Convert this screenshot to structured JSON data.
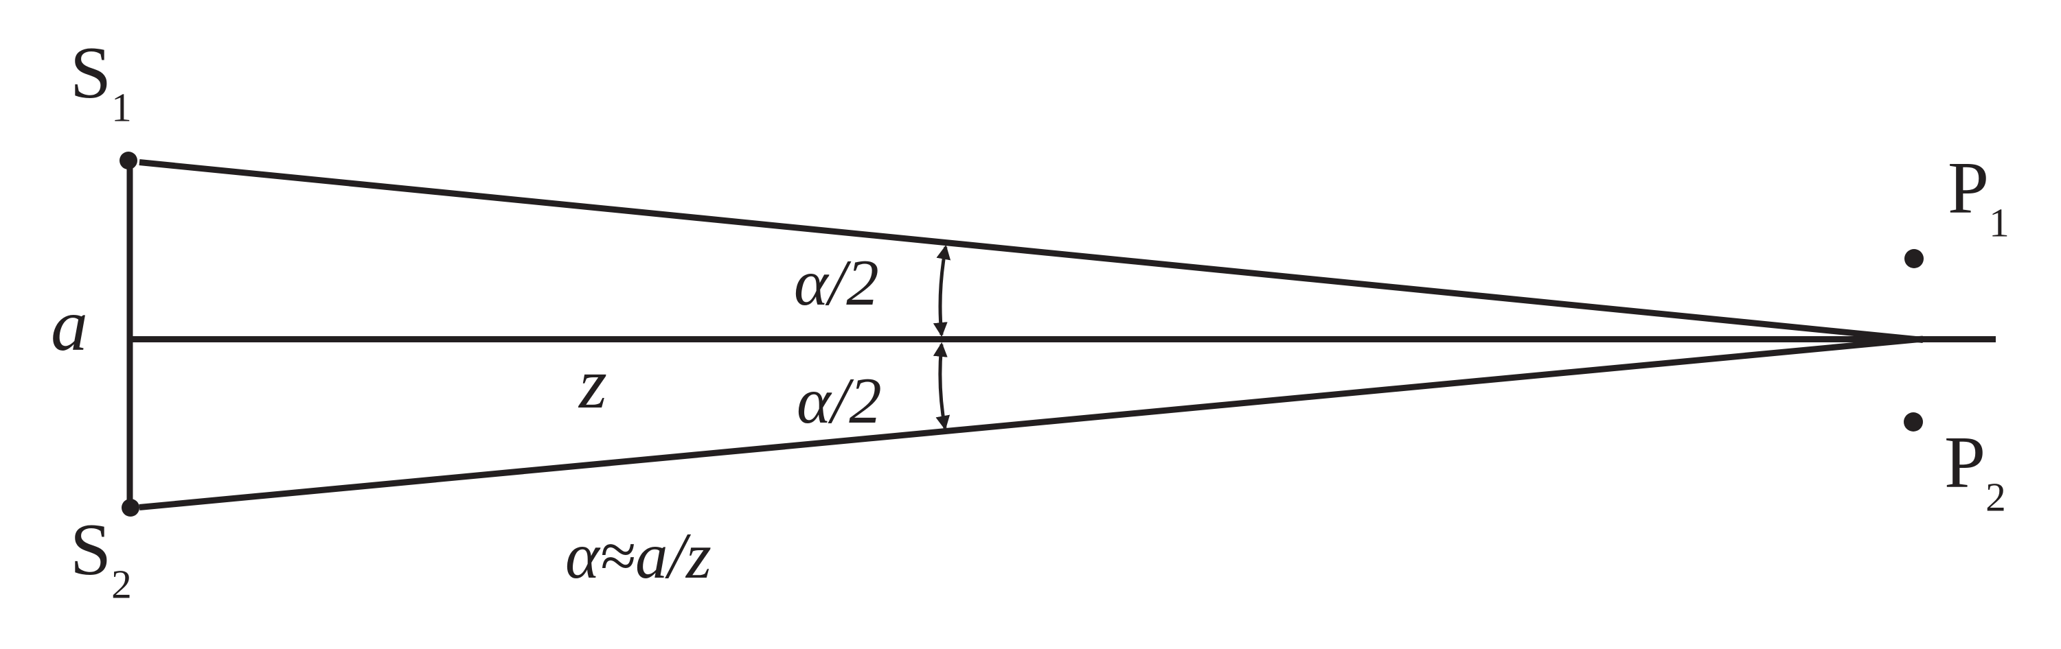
{
  "figure": {
    "background_color": "#ffffff",
    "ink_color": "#231f20",
    "labels": {
      "source_1": {
        "base": "S",
        "sub": "1"
      },
      "source_2": {
        "base": "S",
        "sub": "2"
      },
      "point_1": {
        "base": "P",
        "sub": "1"
      },
      "point_2": {
        "base": "P",
        "sub": "2"
      },
      "separation": "a",
      "distance": "z",
      "half_angle_upper": "α/2",
      "half_angle_lower": "α/2",
      "formula": "α≈a/z"
    },
    "icons": {
      "half_angle_arrows": "curved-double-headed-arrow"
    }
  }
}
